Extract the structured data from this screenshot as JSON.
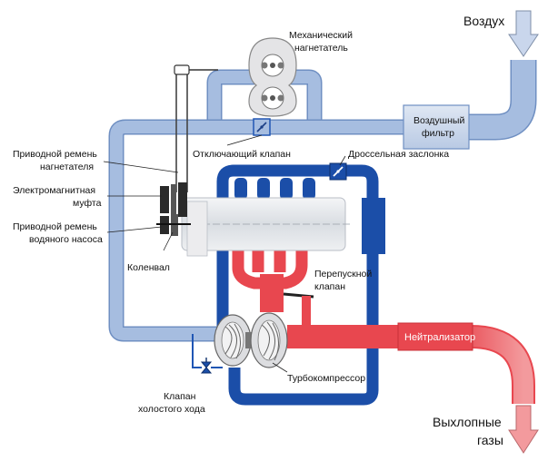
{
  "labels": {
    "air": "Воздух",
    "exhaust_line1": "Выхлопные",
    "exhaust_line2": "газы",
    "supercharger_line1": "Механический",
    "supercharger_line2": "нагнетатель",
    "air_filter_line1": "Воздушный",
    "air_filter_line2": "фильтр",
    "bypass_valve_top": "Отключающий клапан",
    "throttle": "Дроссельная заслонка",
    "sc_belt_line1": "Приводной ремень",
    "sc_belt_line2": "нагнетателя",
    "clutch_line1": "Электромагнитная",
    "clutch_line2": "муфта",
    "water_belt_line1": "Приводной ремень",
    "water_belt_line2": "водяного насоса",
    "crankshaft": "Коленвал",
    "wastegate_line1": "Перепускной",
    "wastegate_line2": "клапан",
    "catalyst": "Нейтрализатор",
    "turbo": "Турбокомпрессор",
    "idle_valve_line1": "Клапан",
    "idle_valve_line2": "холостого хода"
  },
  "colors": {
    "intake": "#a6bde0",
    "intake_stroke": "#6f8fc2",
    "charged": "#2056b4",
    "exhaust": "#e8474f",
    "exhaust_light": "#f07a7f",
    "engine": "#e3e6ea"
  }
}
